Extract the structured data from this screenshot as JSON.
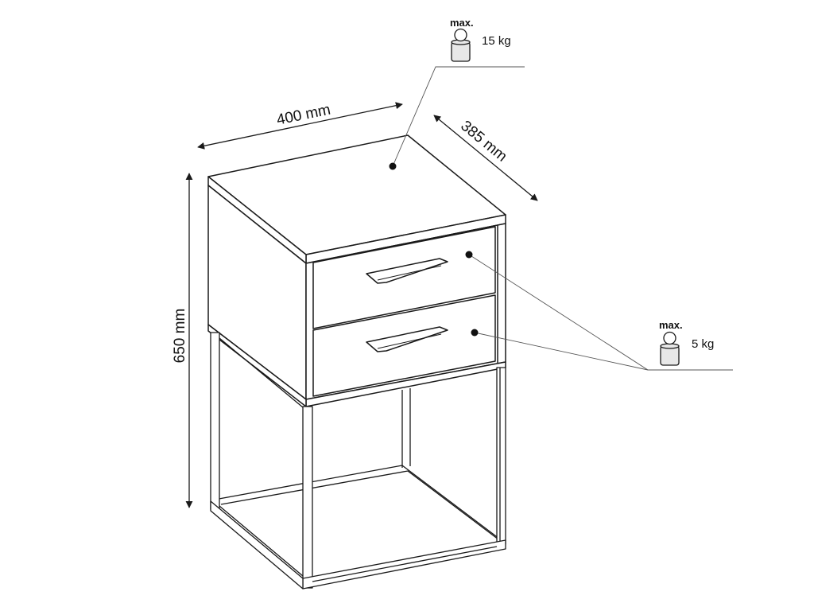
{
  "dimensions": {
    "width": "400 mm",
    "depth": "385 mm",
    "height": "650 mm"
  },
  "load_top": {
    "max_label": "max.",
    "weight": "15 kg",
    "icon": "weight-icon"
  },
  "load_drawers": {
    "max_label": "max.",
    "weight": "5 kg",
    "icon": "weight-icon"
  },
  "colors": {
    "line": "#1a1a1a",
    "leader": "#555555",
    "weight_fill": "#e8e8e8"
  }
}
